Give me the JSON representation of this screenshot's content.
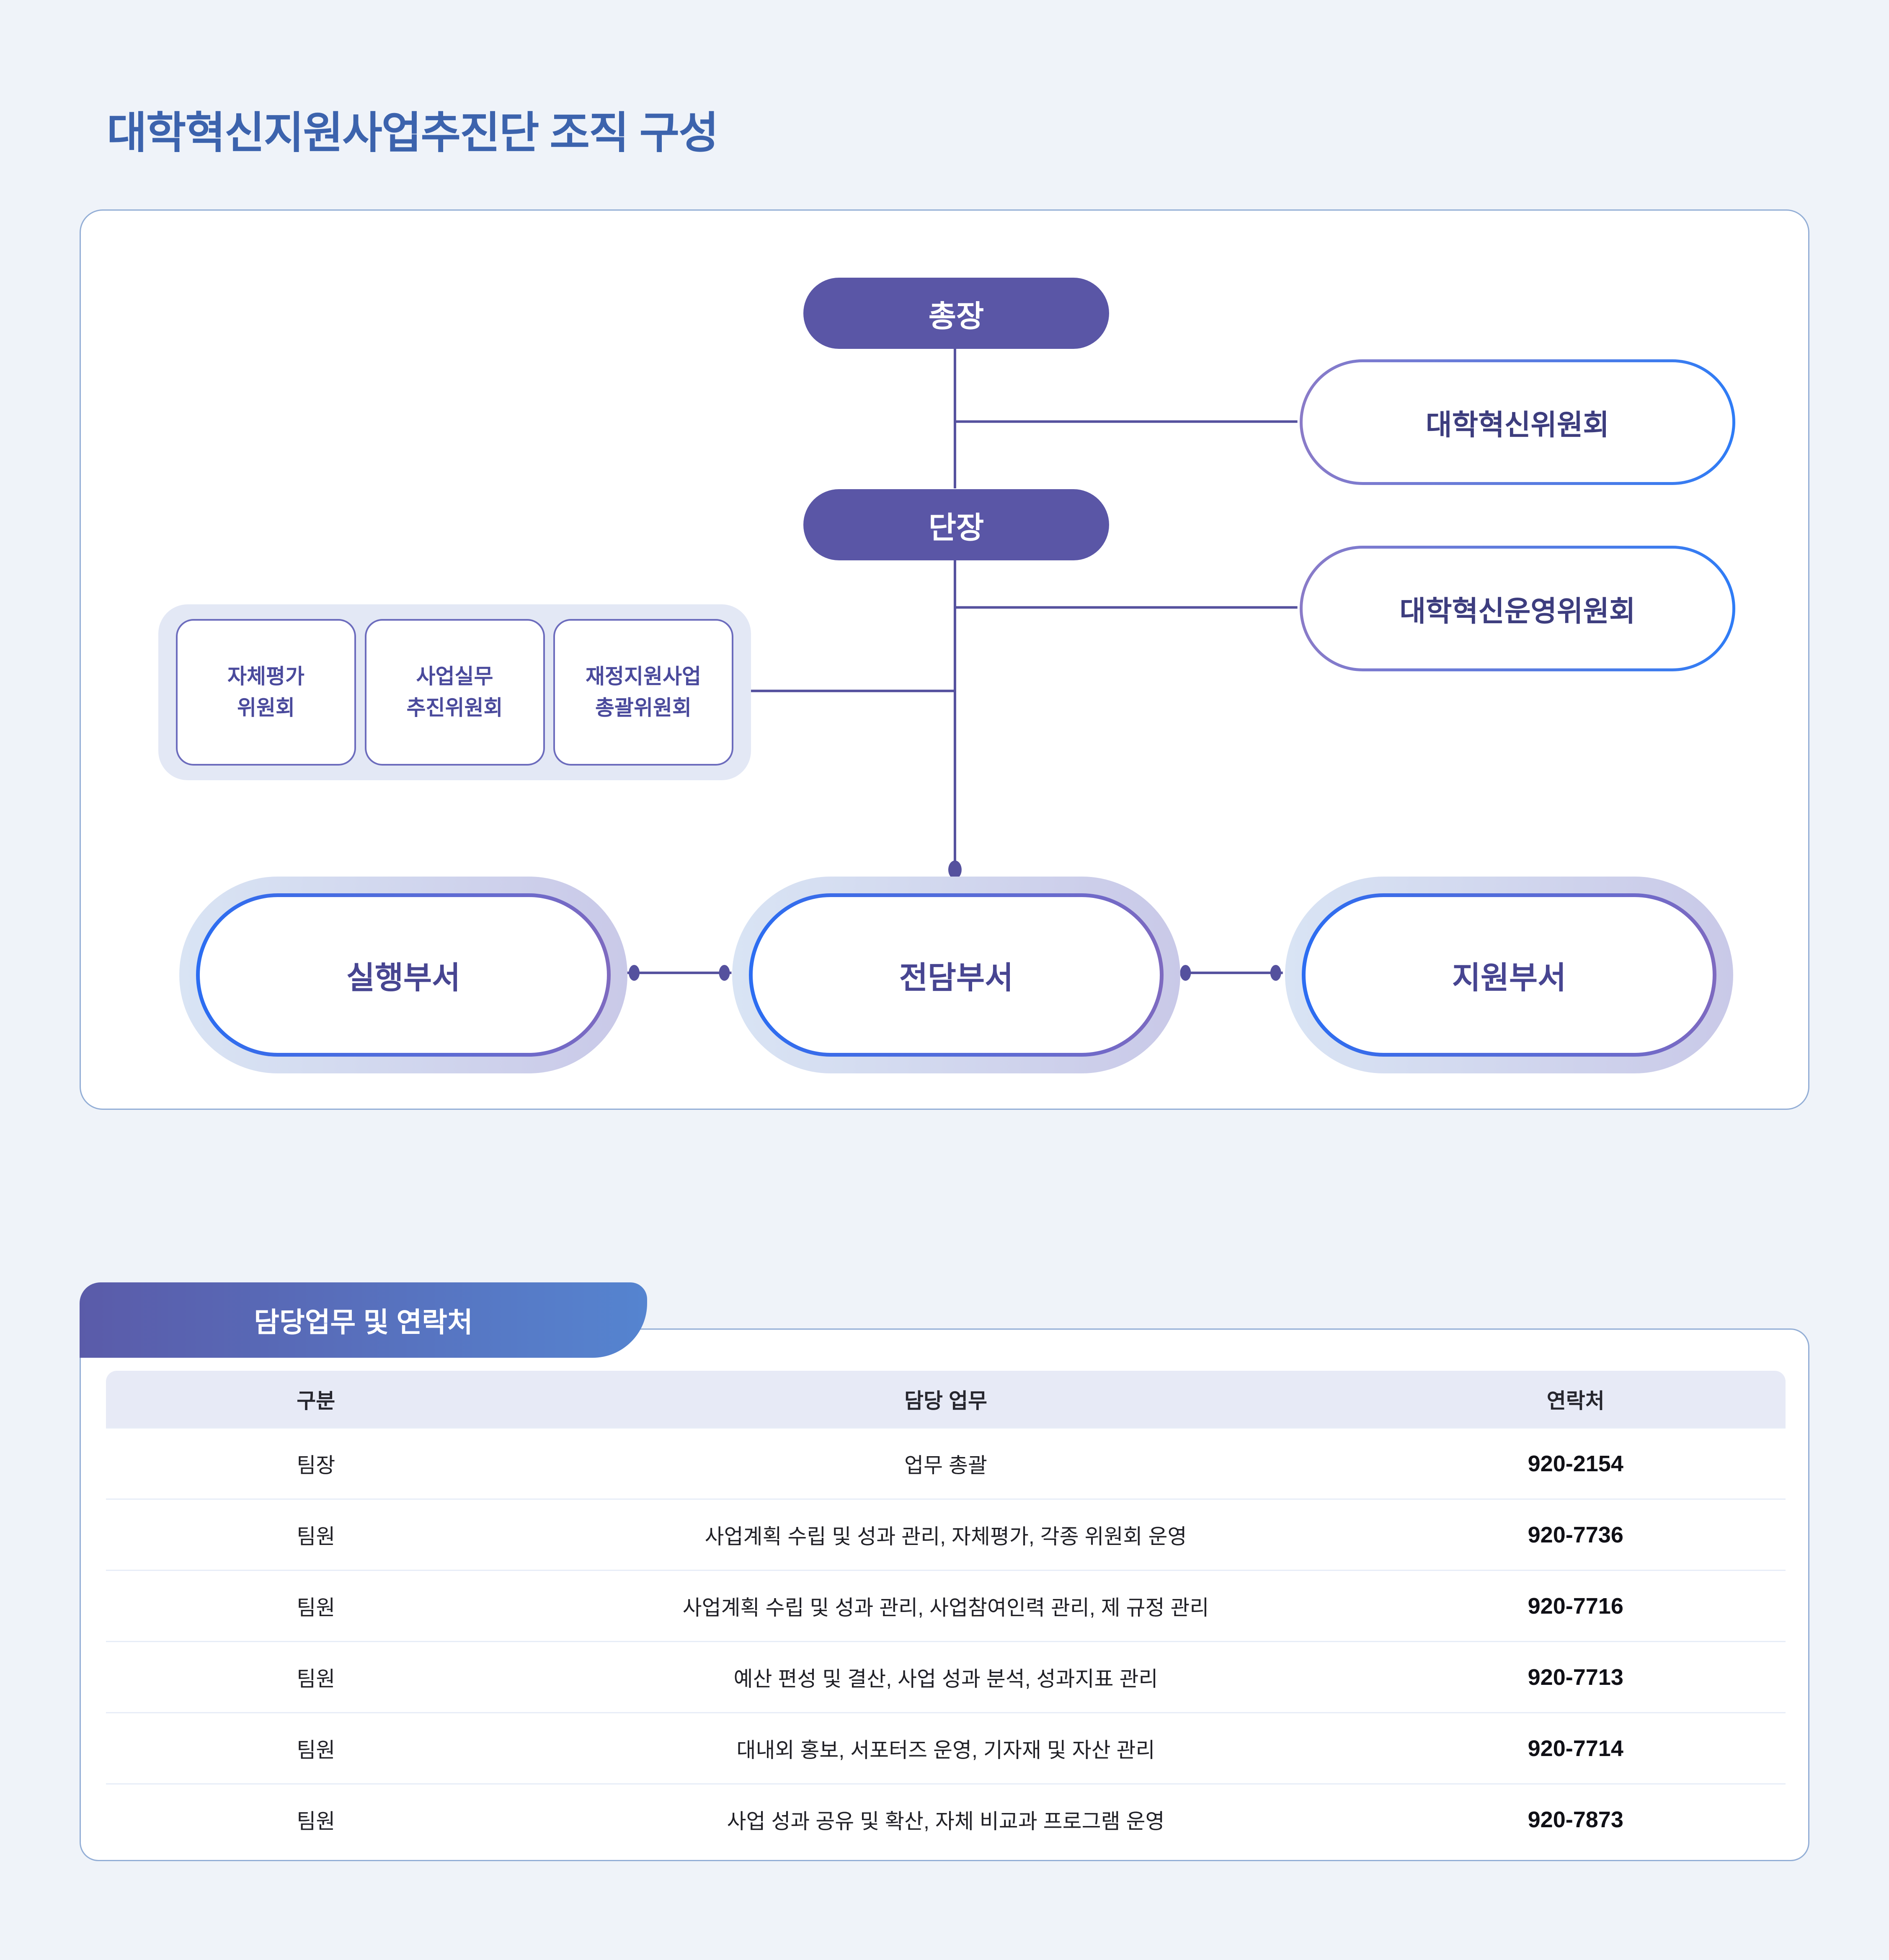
{
  "page": {
    "title": "대학혁신지원사업추진단 조직 구성"
  },
  "org_chart": {
    "president": "총장",
    "director": "단장",
    "innovation_committee": "대학혁신위원회",
    "operation_committee": "대학혁신운영위원회",
    "sub_committees": [
      {
        "line1": "자체평가",
        "line2": "위원회"
      },
      {
        "line1": "사업실무",
        "line2": "추진위원회"
      },
      {
        "line1": "재정지원사업",
        "line2": "총괄위원회"
      }
    ],
    "departments": {
      "exec": "실행부서",
      "main": "전담부서",
      "support": "지원부서"
    }
  },
  "contact_section": {
    "title": "담당업무 및 연락처",
    "table": {
      "headers": {
        "role": "구분",
        "duty": "담당 업무",
        "phone": "연락처"
      },
      "rows": [
        {
          "role": "팀장",
          "duty": "업무 총괄",
          "phone": "920-2154"
        },
        {
          "role": "팀원",
          "duty": "사업계획 수립 및 성과 관리, 자체평가, 각종 위원회 운영",
          "phone": "920-7736"
        },
        {
          "role": "팀원",
          "duty": "사업계획 수립 및 성과 관리, 사업참여인력 관리, 제 규정 관리",
          "phone": "920-7716"
        },
        {
          "role": "팀원",
          "duty": "예산 편성 및 결산, 사업 성과 분석, 성과지표 관리",
          "phone": "920-7713"
        },
        {
          "role": "팀원",
          "duty": "대내외 홍보, 서포터즈 운영, 기자재 및 자산 관리",
          "phone": "920-7714"
        },
        {
          "role": "팀원",
          "duty": "사업 성과 공유 및 확산, 자체 비교과 프로그램 운영",
          "phone": "920-7873"
        }
      ]
    }
  },
  "colors": {
    "page_background": "#eff3f9",
    "title_blue": "#3c63ad",
    "solid_pill_purple": "#5a56a6",
    "connector_purple": "#55519e",
    "outline_gradient_left": "#8a7bc8",
    "outline_gradient_right": "#2e7cf6",
    "dept_border_gradient_left": "#2b6df2",
    "dept_border_gradient_right": "#7e6ac0",
    "tab_gradient_left": "#5a5ba9",
    "tab_gradient_right": "#5584d0",
    "table_header_bg": "#e7eaf6",
    "card_border": "#93aed6"
  }
}
